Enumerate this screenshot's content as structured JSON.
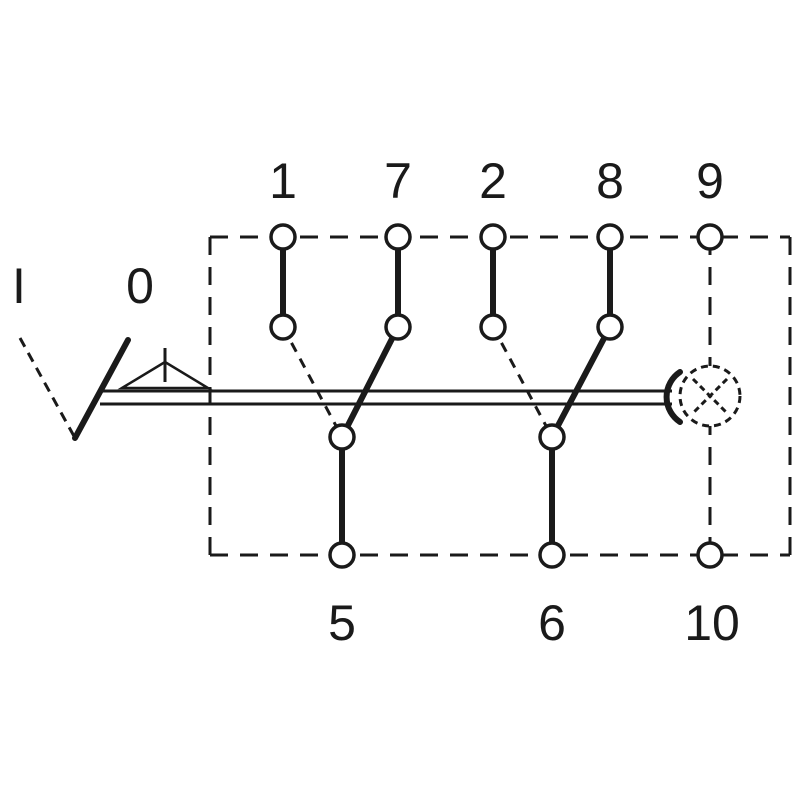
{
  "diagram": {
    "terminal_labels": {
      "t1": "1",
      "t7": "7",
      "t2": "2",
      "t8": "8",
      "t9": "9",
      "t5": "5",
      "t6": "6",
      "t10": "10"
    },
    "position_labels": {
      "on": "I",
      "off": "0"
    },
    "colors": {
      "line": "#1a1a1a",
      "background": "#ffffff"
    },
    "icons": [
      "rocker-switch-icon",
      "lamp-icon"
    ]
  }
}
